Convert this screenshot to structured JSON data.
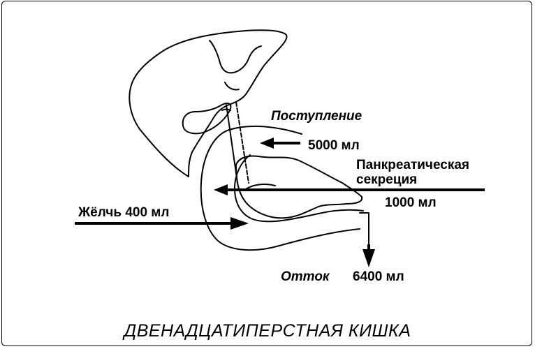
{
  "labels": {
    "inflow": "Поступление",
    "inflow_volume": "5000 мл",
    "pancreatic_line1": "Панкреатическая",
    "pancreatic_line2": "секреция",
    "pancreatic_volume": "1000 мл",
    "bile": "Жёлчь 400 мл",
    "outflow": "Отток",
    "outflow_volume": "6400 мл"
  },
  "title": "ДВЕНАДЦАТИПЕРСТНАЯ  КИШКА"
}
